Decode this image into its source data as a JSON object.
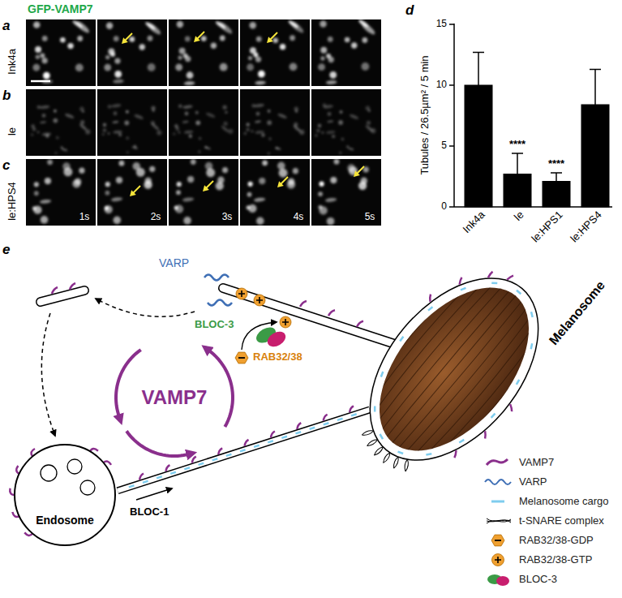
{
  "diagram": {
    "nodes": [
      {
        "text": [
          "Melanosome"
        ]
      },
      {
        "text": [
          "Endosome"
        ]
      }
    ],
    "edges": [
      {
        "from": 1,
        "to": 0,
        "arrow": "none",
        "label": "BLOC-1"
      }
    ],
    "labels": [
      "GFP-VAMP7",
      "a",
      "Ink4a",
      "b",
      "le",
      "c",
      "le:HPS4",
      "1s",
      "2s",
      "3s",
      "4s",
      "5s",
      "d",
      "15",
      "10",
      "5",
      "0",
      "Tubules / 26.5µm² / 5 min",
      "****",
      "****",
      "Ink4a",
      "le",
      "le:HPS1",
      "le:HPS4",
      "e",
      "VARP",
      "BLOC-3",
      "RAB32/38",
      "VAMP7"
    ],
    "legend": [
      {
        "text": "VAMP7"
      },
      {
        "text": "VARP"
      },
      {
        "text": "Melanosome cargo"
      },
      {
        "text": "t-SNARE complex"
      },
      {
        "text": "RAB32/38-GDP"
      },
      {
        "text": "RAB32/38-GTP"
      },
      {
        "text": "BLOC-3"
      }
    ]
  }
}
